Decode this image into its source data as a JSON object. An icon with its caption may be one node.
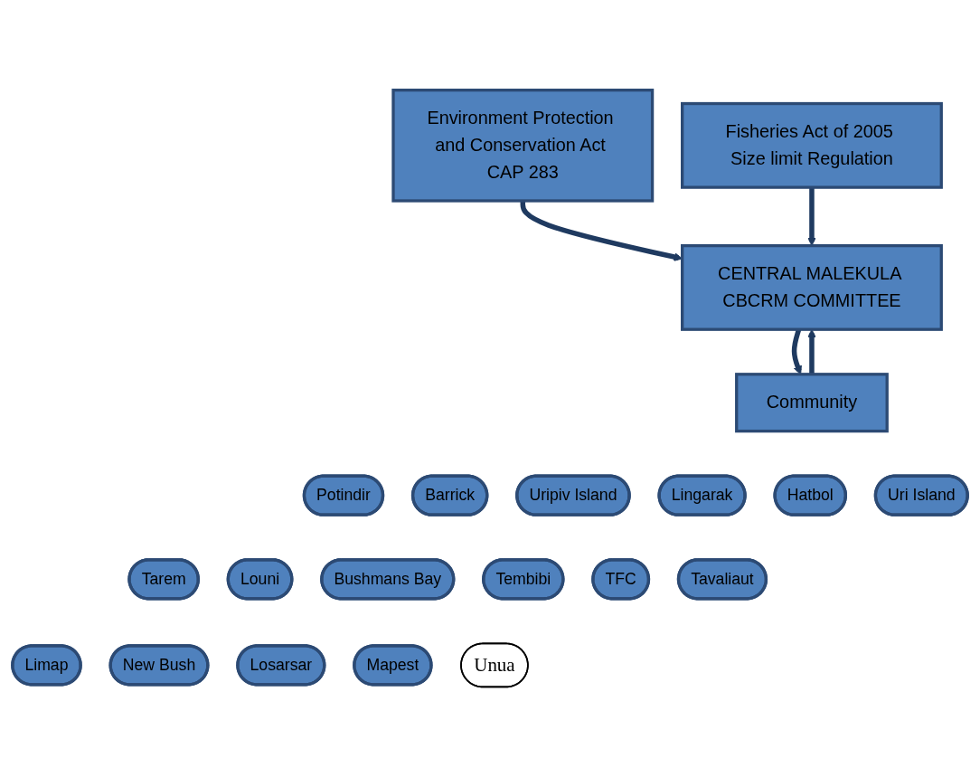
{
  "diagram": {
    "nodes": [
      {
        "text": [
          "Environment Protection and Conservation Act CAP 283"
        ]
      },
      {
        "text": [
          "Fisheries Act of 2005 Size limit Regulation"
        ]
      },
      {
        "text": [
          "CENTRAL MALEKULA CBCRM COMMITTEE"
        ]
      },
      {
        "text": [
          "Community"
        ]
      },
      {
        "text": [
          "Potindir"
        ]
      },
      {
        "text": [
          "Barrick"
        ]
      },
      {
        "text": [
          "Uripiv Island"
        ]
      },
      {
        "text": [
          "Lingarak"
        ]
      },
      {
        "text": [
          "Hatbol"
        ]
      },
      {
        "text": [
          "Uri Island"
        ]
      },
      {
        "text": [
          "Tarem"
        ]
      },
      {
        "text": [
          "Louni"
        ]
      },
      {
        "text": [
          "Bushmans Bay"
        ]
      },
      {
        "text": [
          "Tembibi"
        ]
      },
      {
        "text": [
          "TFC"
        ]
      },
      {
        "text": [
          "Tavaliaut"
        ]
      },
      {
        "text": [
          "Limap"
        ]
      },
      {
        "text": [
          "New Bush"
        ]
      },
      {
        "text": [
          "Losarsar"
        ]
      },
      {
        "text": [
          "Mapest"
        ]
      },
      {
        "text": [
          "Unua"
        ]
      }
    ],
    "edges": [
      {
        "from": 0,
        "to": 2,
        "arrow": "to"
      },
      {
        "from": 1,
        "to": 2,
        "arrow": "to"
      },
      {
        "from": 2,
        "to": 3,
        "arrow": "to"
      },
      {
        "from": 3,
        "to": 2,
        "arrow": "to"
      }
    ]
  }
}
